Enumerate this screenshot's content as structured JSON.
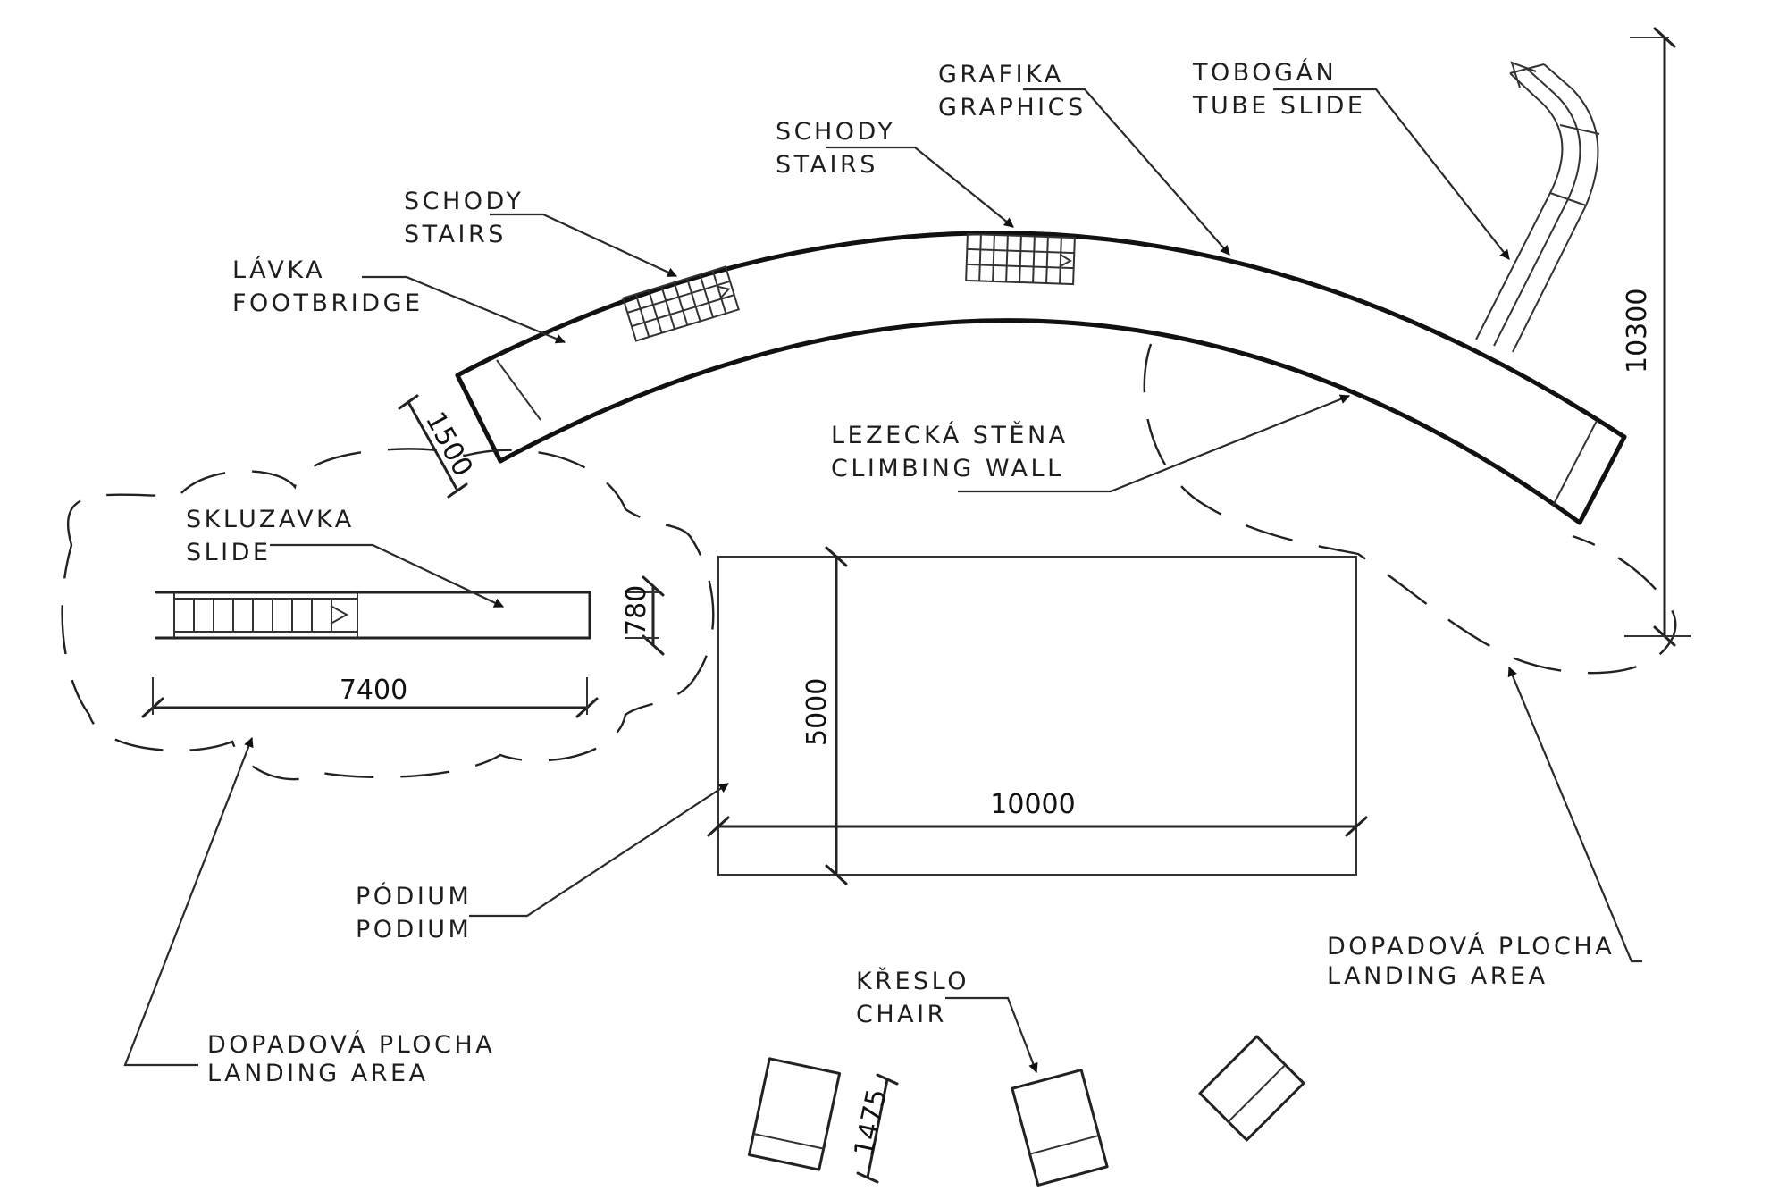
{
  "labels": {
    "footbridge": [
      "LÁVKA",
      "FOOTBRIDGE"
    ],
    "stairs_left": [
      "SCHODY",
      "STAIRS"
    ],
    "stairs_mid": [
      "SCHODY",
      "STAIRS"
    ],
    "graphics": [
      "GRAFIKA",
      "GRAPHICS"
    ],
    "tube_slide": [
      "TOBOGÁN",
      "TUBE SLIDE"
    ],
    "climbing_wall": [
      "LEZECKÁ STĚNA",
      "CLIMBING WALL"
    ],
    "slide": [
      "SKLUZAVKA",
      "SLIDE"
    ],
    "podium": [
      "PÓDIUM",
      "PODIUM"
    ],
    "landing_area_left": [
      "DOPADOVÁ PLOCHA",
      "LANDING AREA"
    ],
    "landing_area_right": [
      "DOPADOVÁ PLOCHA",
      "LANDING AREA"
    ],
    "chair": [
      "KŘESLO",
      "CHAIR"
    ]
  },
  "dimensions": {
    "footbridge_width": "1500",
    "overall_height": "10300",
    "slide_length": "7400",
    "slide_width": "780",
    "podium_length": "10000",
    "podium_width": "5000",
    "chair_size": "1475"
  }
}
